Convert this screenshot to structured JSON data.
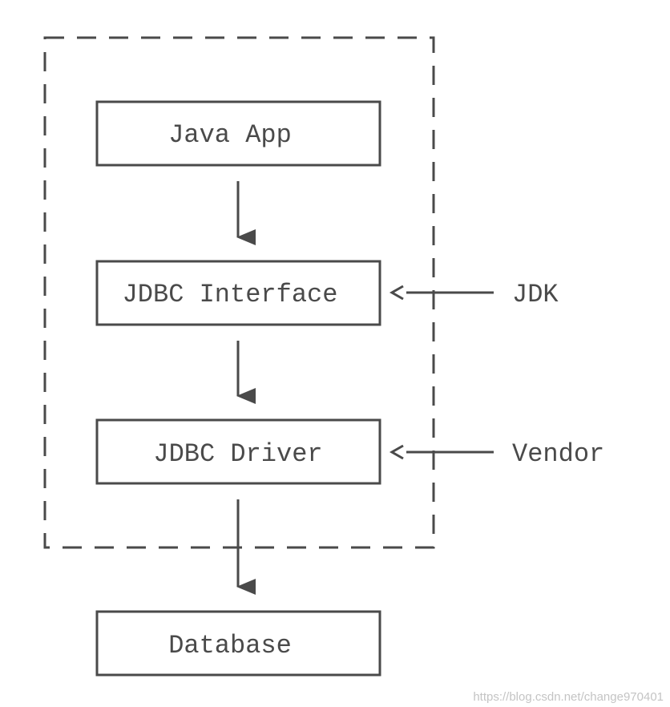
{
  "boxes": {
    "java_app": "Java App",
    "jdbc_interface": "JDBC Interface",
    "jdbc_driver": "JDBC Driver",
    "database": "Database"
  },
  "side_labels": {
    "jdk": "JDK",
    "vendor": "Vendor"
  },
  "watermark": "https://blog.csdn.net/change970401",
  "colors": {
    "stroke": "#4a4a4a",
    "text": "#4a4a4a",
    "background": "#ffffff"
  }
}
